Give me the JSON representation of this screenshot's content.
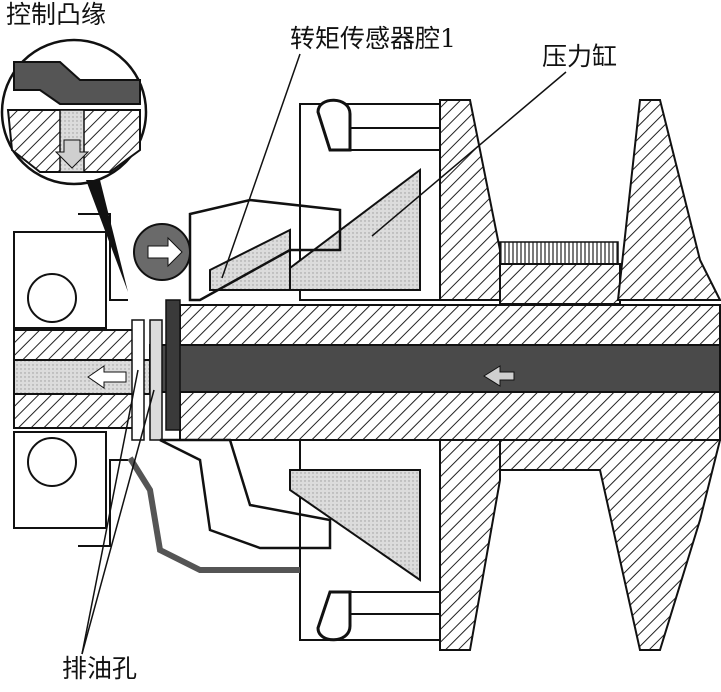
{
  "labels": {
    "control_flange": "控制凸缘",
    "torque_sensor_cavity": "转矩传感器腔1",
    "pressure_cylinder": "压力缸",
    "drain_hole": "排油孔"
  },
  "colors": {
    "ink": "#111111",
    "steel_hatch": "#222222",
    "oil_light": "#d9d9d9",
    "oil_dark": "#4a4a4a",
    "background": "#ffffff"
  }
}
